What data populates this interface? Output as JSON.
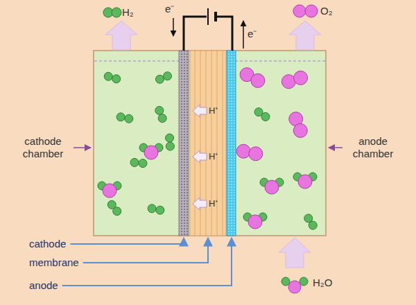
{
  "diagram": {
    "labels": [
      "H₂",
      "O₂",
      "e⁻",
      "e⁻",
      "H⁺",
      "H⁺",
      "H⁺",
      "cathode chamber",
      "anode chamber",
      "cathode",
      "membrane",
      "anode",
      "H₂O"
    ]
  }
}
